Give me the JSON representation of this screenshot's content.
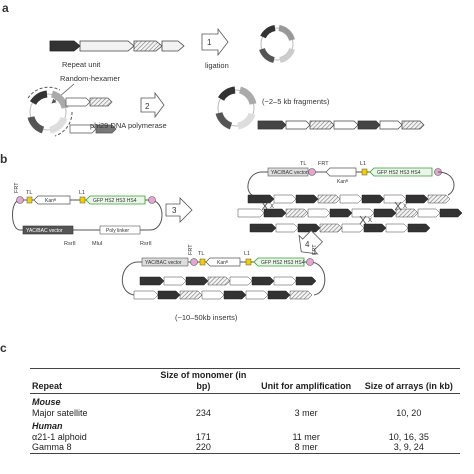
{
  "panel_labels": {
    "a": "a",
    "b": "b",
    "c": "c"
  },
  "panel_a": {
    "repeat_unit": "Repeat unit",
    "ligation": "ligation",
    "step1": "1",
    "step2": "2",
    "random_hexamer": "Random-hexamer",
    "polymerase": "phi29 DNA polymerase",
    "fragments": "(~2–5 kb fragments)"
  },
  "panel_b": {
    "frt": "FRT",
    "tl": "TL",
    "l1": "L1",
    "kan": "Kanᴿ",
    "gfp_cassette": "GFP HS2 HS3 HS4",
    "yac_vector": "YAC/BAC vector",
    "polylinker": "Poly linker",
    "rsrii": "RsrII",
    "mlui": "MluI",
    "x": "X",
    "step3": "3",
    "step4": "4",
    "inserts": "(~10–50kb inserts)"
  },
  "table": {
    "headers": [
      "Repeat",
      "Size of monomer (in bp)",
      "Unit for amplification",
      "Size of arrays (in kb)"
    ],
    "groups": [
      {
        "name": "Mouse",
        "rows": [
          [
            "Major satellite",
            "234",
            "3 mer",
            "10, 20"
          ]
        ]
      },
      {
        "name": "Human",
        "rows": [
          [
            "α21-1 alphoid",
            "171",
            "11 mer",
            "10, 16, 35"
          ],
          [
            "Gamma 8",
            "220",
            "8 mer",
            "3, 9, 24"
          ]
        ]
      }
    ]
  },
  "colors": {
    "dark_arrow": "#333333",
    "light_arrow": "#f2f2f2",
    "hatch": "#888888",
    "gfp_green": "#3a9a3a",
    "frt_pink": "#e5a6d2",
    "tl_yellow": "#f0d000",
    "outline": "#444444"
  }
}
